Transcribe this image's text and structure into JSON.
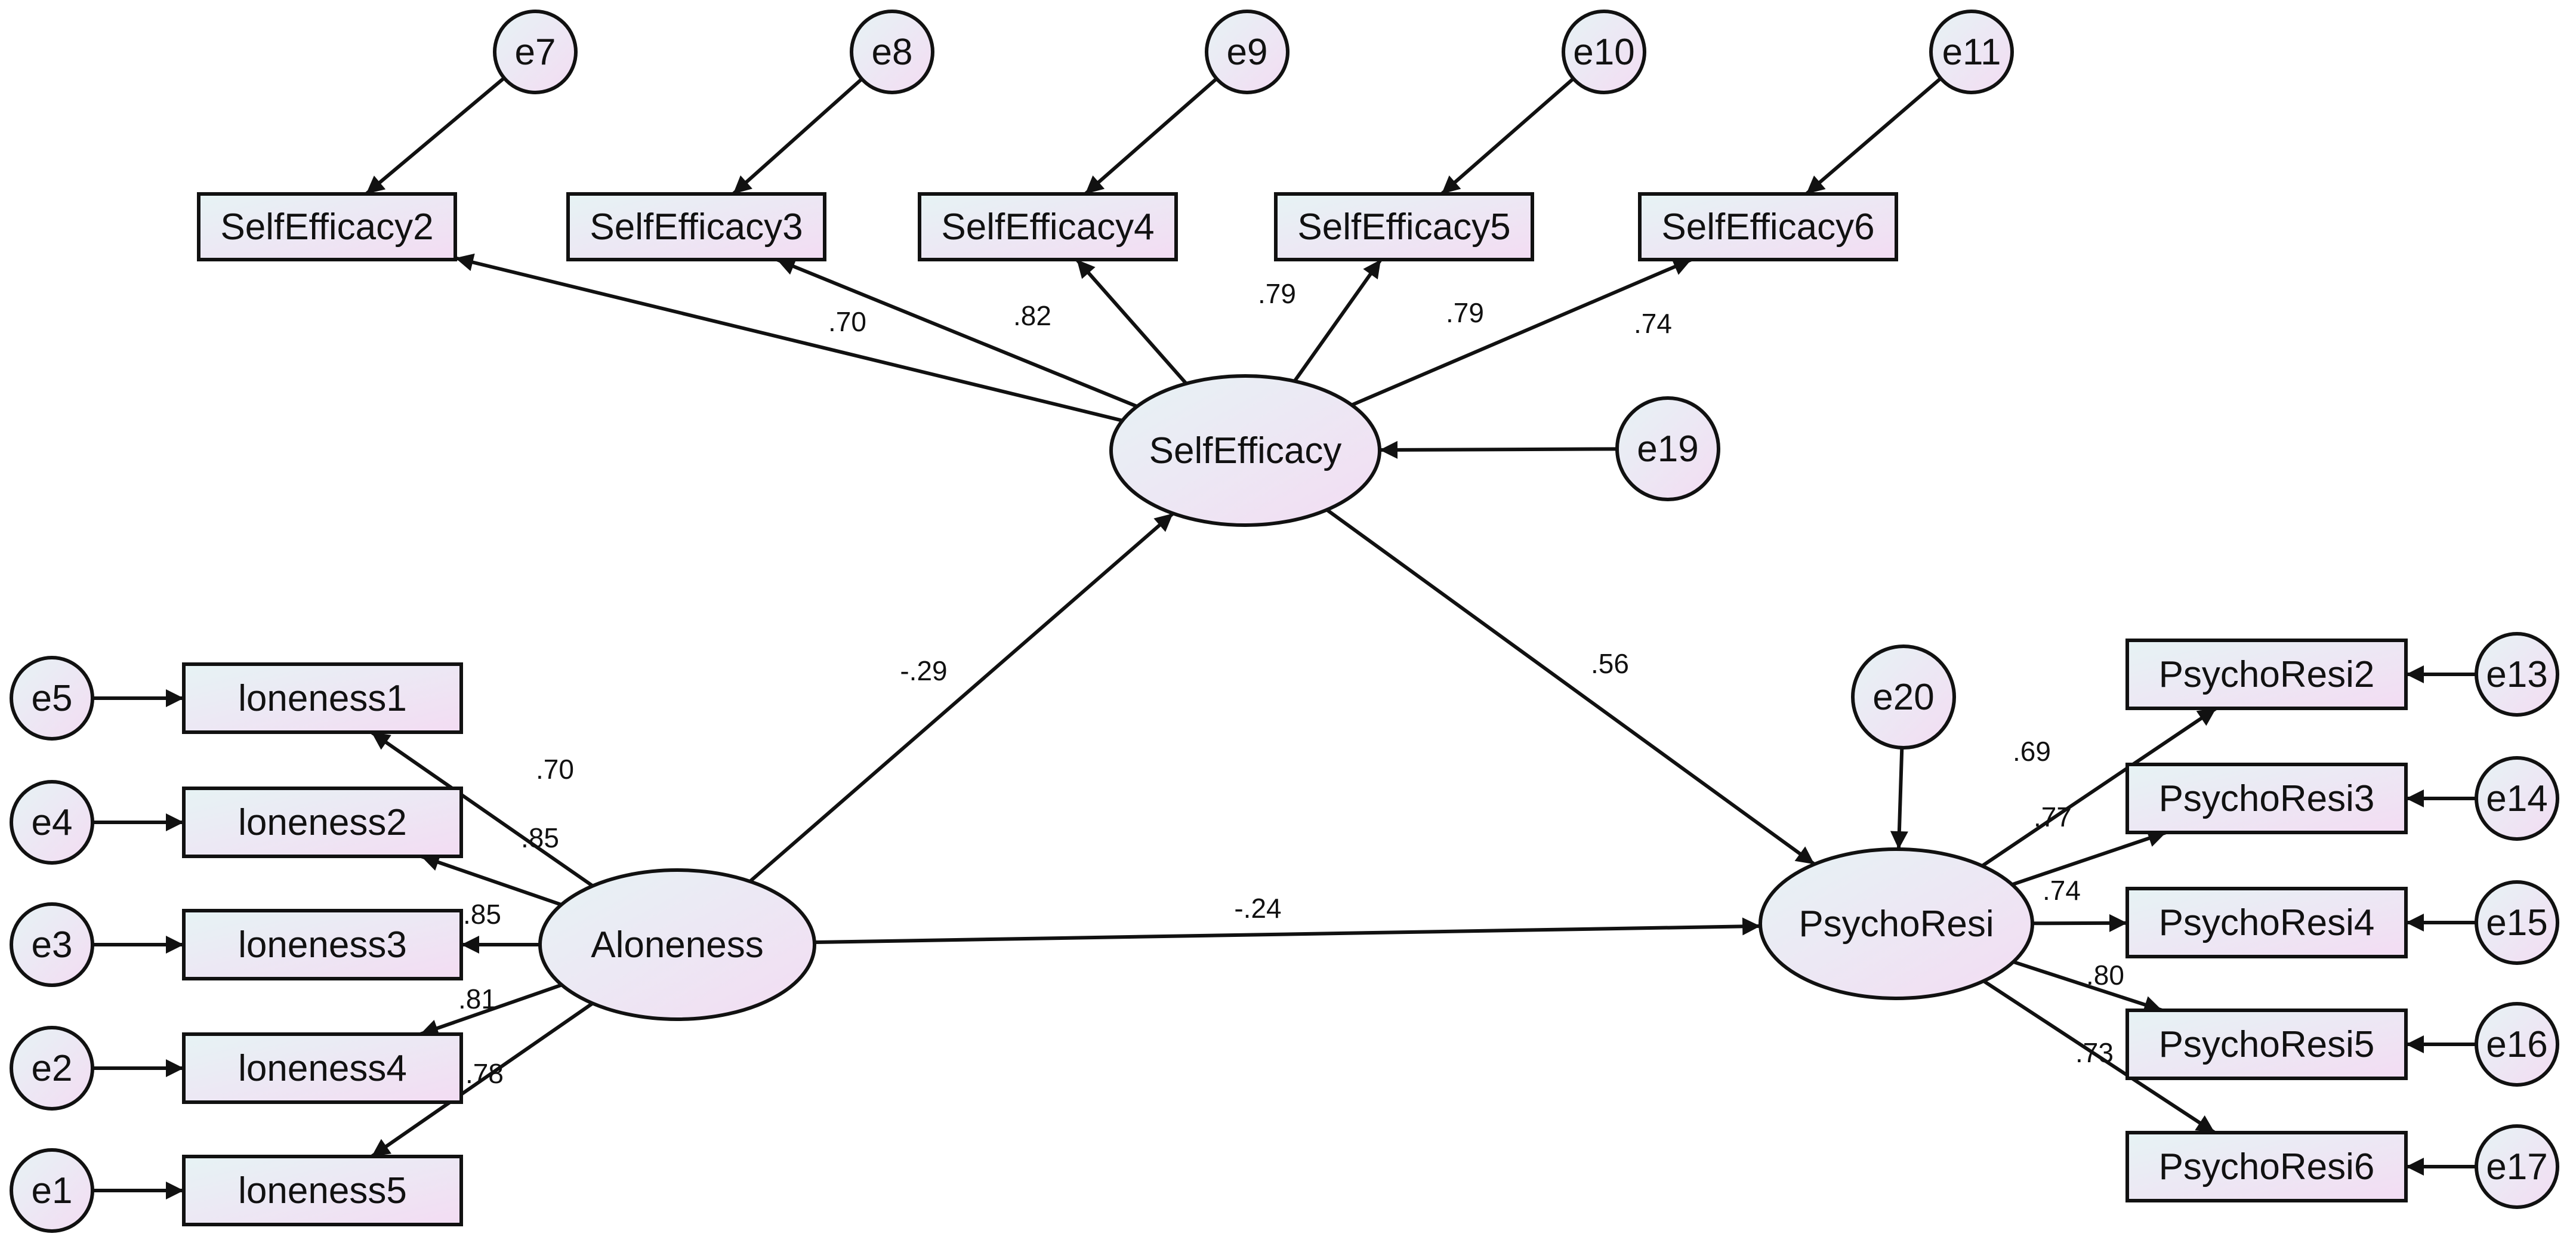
{
  "latent": {
    "self_efficacy": "SelfEfficacy",
    "aloneness": "Aloneness",
    "psycho_resi": "PsychoResi"
  },
  "indicators": {
    "self_efficacy": [
      "SelfEfficacy2",
      "SelfEfficacy3",
      "SelfEfficacy4",
      "SelfEfficacy5",
      "SelfEfficacy6"
    ],
    "loneness": [
      "loneness1",
      "loneness2",
      "loneness3",
      "loneness4",
      "loneness5"
    ],
    "psycho_resi": [
      "PsychoResi2",
      "PsychoResi3",
      "PsychoResi4",
      "PsychoResi5",
      "PsychoResi6"
    ]
  },
  "errors": {
    "self_efficacy": [
      "e7",
      "e8",
      "e9",
      "e10",
      "e11"
    ],
    "loneness": [
      "e5",
      "e4",
      "e3",
      "e2",
      "e1"
    ],
    "psycho_resi": [
      "e13",
      "e14",
      "e15",
      "e16",
      "e17"
    ],
    "e19": "e19",
    "e20": "e20"
  },
  "loadings": {
    "self_efficacy": [
      ".70",
      ".82",
      ".79",
      ".79",
      ".74"
    ],
    "loneness": [
      ".70",
      ".85",
      ".85",
      ".81",
      ".78"
    ],
    "psycho_resi": [
      ".69",
      ".77",
      ".74",
      ".80",
      ".73"
    ]
  },
  "paths": {
    "aloneness_to_self_efficacy": "-.29",
    "self_efficacy_to_psycho_resi": ".56",
    "aloneness_to_psycho_resi": "-.24"
  },
  "colors": {
    "fill_gradient_start": "#e6f3f4",
    "fill_gradient_end": "#f3dcf3",
    "stroke": "#111111"
  }
}
